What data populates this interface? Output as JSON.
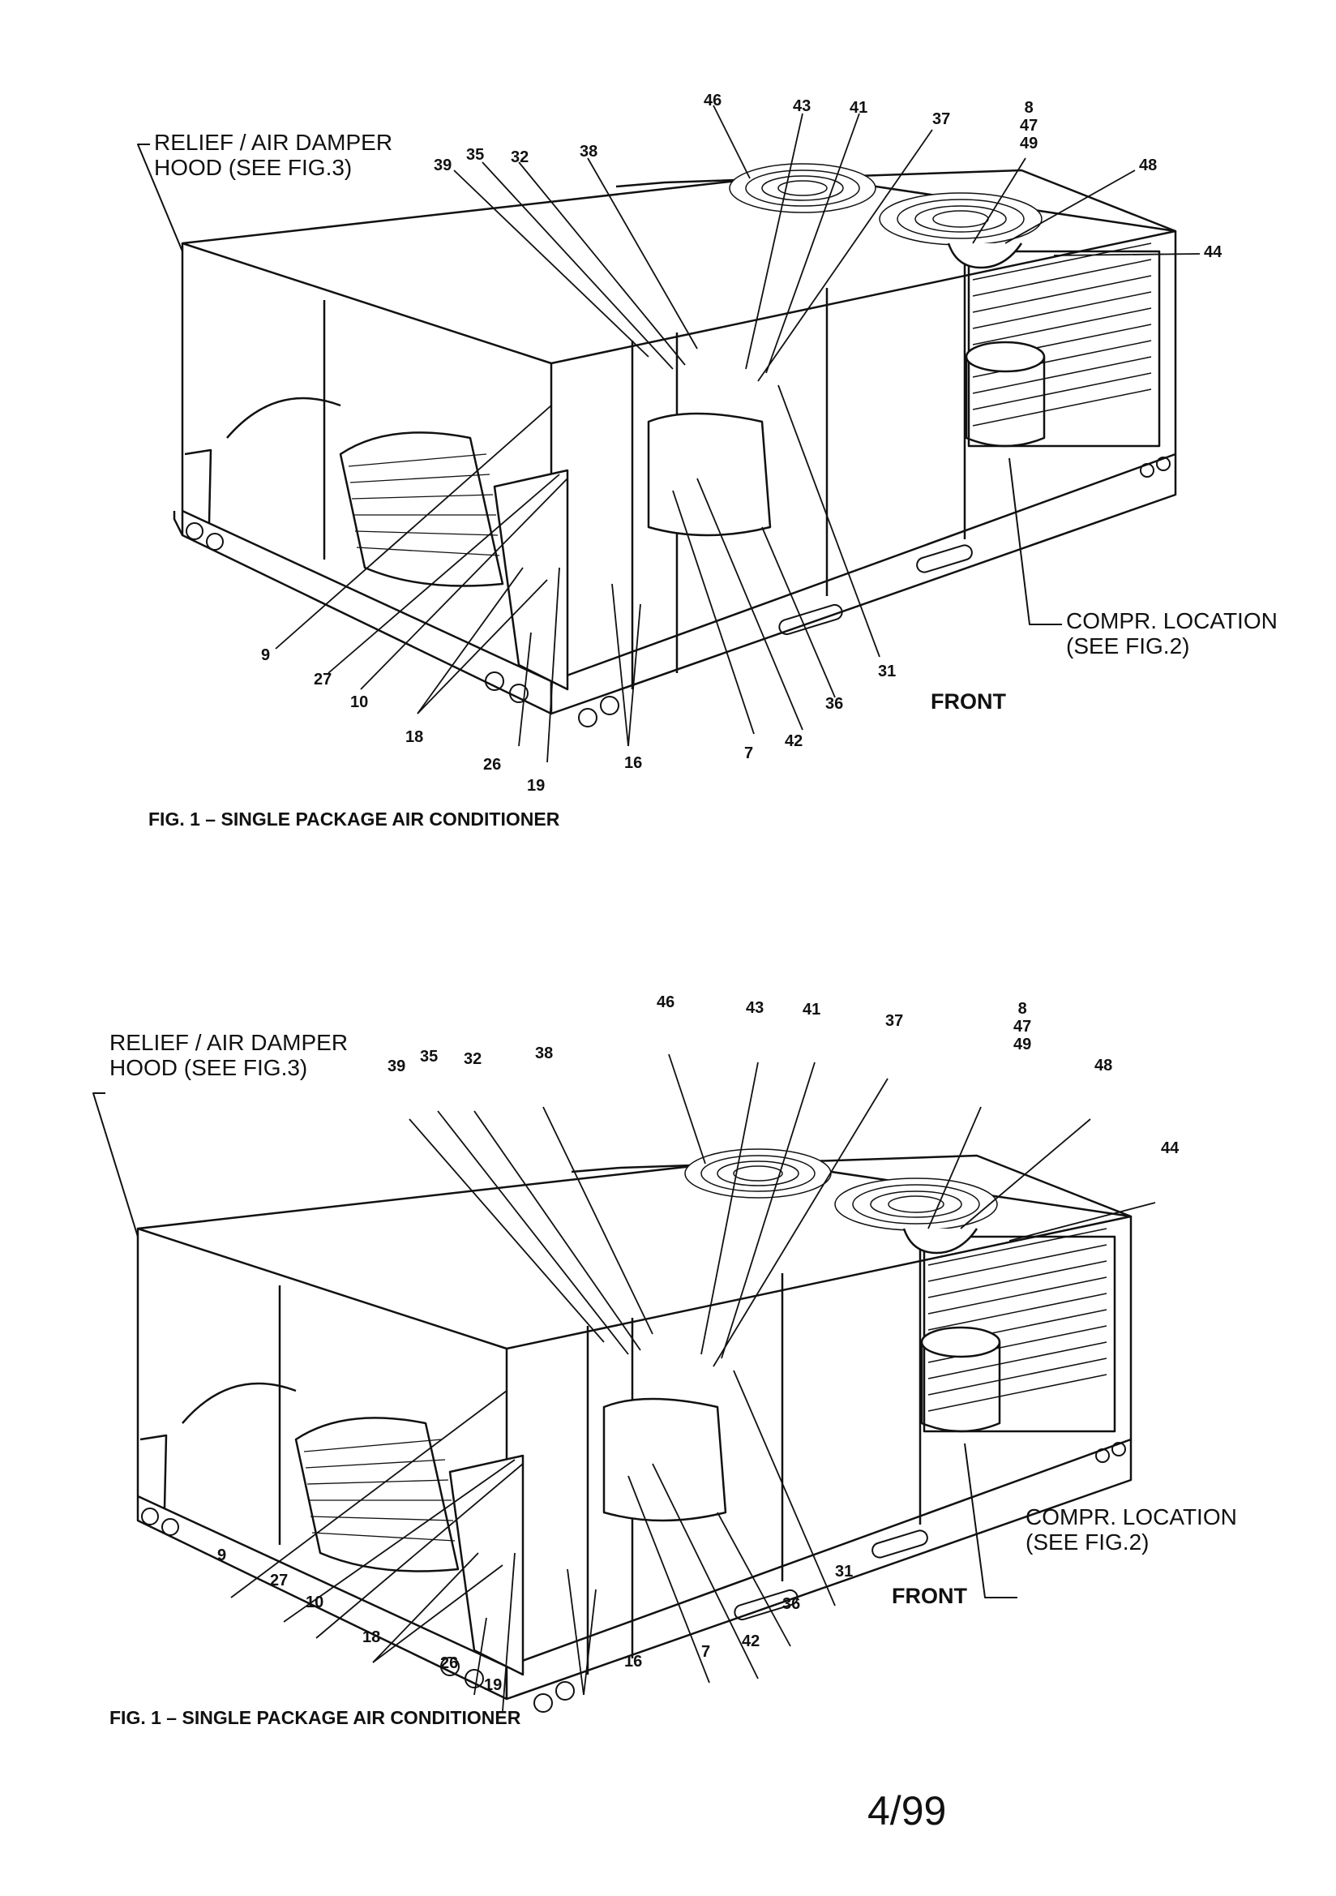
{
  "figures": [
    {
      "relief_hood_label": [
        "RELIEF / AIR DAMPER",
        "HOOD (SEE FIG.3)"
      ],
      "compressor_label": [
        "COMPR. LOCATION",
        "(SEE FIG.2)"
      ],
      "front_label": "FRONT",
      "caption": "FIG. 1 – SINGLE PACKAGE AIR CONDITIONER",
      "callouts": [
        "46",
        "43",
        "41",
        "37",
        "8",
        "47",
        "49",
        "48",
        "44",
        "39",
        "35",
        "32",
        "38",
        "9",
        "27",
        "10",
        "18",
        "26",
        "19",
        "16",
        "7",
        "42",
        "36",
        "31"
      ]
    },
    {
      "relief_hood_label": [
        "RELIEF / AIR DAMPER",
        "HOOD (SEE FIG.3)"
      ],
      "compressor_label": [
        "COMPR. LOCATION",
        "(SEE FIG.2)"
      ],
      "front_label": "FRONT",
      "caption": "FIG. 1 – SINGLE PACKAGE AIR CONDITIONER",
      "callouts": [
        "46",
        "43",
        "41",
        "37",
        "8",
        "47",
        "49",
        "48",
        "44",
        "39",
        "35",
        "32",
        "38",
        "9",
        "27",
        "10",
        "18",
        "26",
        "19",
        "16",
        "7",
        "42",
        "36",
        "31"
      ]
    }
  ],
  "page_number": "4/99"
}
